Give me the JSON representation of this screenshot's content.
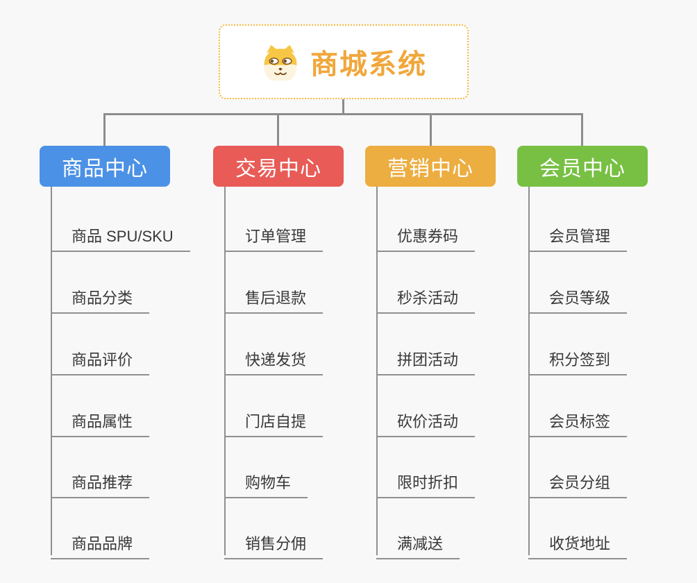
{
  "root": {
    "title": "商城系统",
    "icon": "dog-face-icon"
  },
  "branches": [
    {
      "label": "商品中心",
      "color": "#4B91E5",
      "children": [
        "商品 SPU/SKU",
        "商品分类",
        "商品评价",
        "商品属性",
        "商品推荐",
        "商品品牌"
      ]
    },
    {
      "label": "交易中心",
      "color": "#E85B56",
      "children": [
        "订单管理",
        "售后退款",
        "快递发货",
        "门店自提",
        "购物车",
        "销售分佣"
      ]
    },
    {
      "label": "营销中心",
      "color": "#ECAD41",
      "children": [
        "优惠券码",
        "秒杀活动",
        "拼团活动",
        "砍价活动",
        "限时折扣",
        "满减送"
      ]
    },
    {
      "label": "会员中心",
      "color": "#77C043",
      "children": [
        "会员管理",
        "会员等级",
        "积分签到",
        "会员标签",
        "会员分组",
        "收货地址"
      ]
    }
  ],
  "colors": {
    "root_text": "#F0A73C",
    "root_border": "#F5B83D",
    "connector": "#8C8C8C",
    "leaf_text": "#383838",
    "background": "#F8F8F8"
  }
}
